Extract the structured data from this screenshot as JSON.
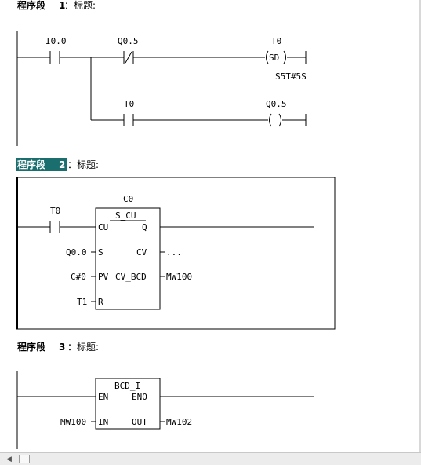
{
  "networks": [
    {
      "title_label": "程序段",
      "title_number": "1",
      "title_suffix": "：标题:",
      "contacts": {
        "no_contact": "I0.0",
        "nc_contact": "Q0.5",
        "branch_contact": "T0"
      },
      "coils": {
        "sd_timer": "T0",
        "sd_symbol": "SD",
        "sd_time": "S5T#5S",
        "output_coil": "Q0.5",
        "output_symbol": ""
      }
    },
    {
      "title_label": "程序段",
      "title_number": "2",
      "title_suffix": "：标题:",
      "block": {
        "instance": "C0",
        "name": "S_CU",
        "pins": {
          "cu": "CU",
          "q": "Q",
          "s": "S",
          "cv": "CV",
          "pv": "PV",
          "cv_bcd": "CV_BCD",
          "r": "R"
        },
        "inputs": {
          "cu": "T0",
          "s": "Q0.0",
          "pv": "C#0",
          "r": "T1"
        },
        "outputs": {
          "cv": "...",
          "cv_bcd": "MW100"
        }
      }
    },
    {
      "title_label": "程序段",
      "title_number": "3",
      "title_suffix": "：标题:",
      "block": {
        "name": "BCD_I",
        "pins": {
          "en": "EN",
          "eno": "ENO",
          "in": "IN",
          "out": "OUT"
        },
        "inputs": {
          "in": "MW100"
        },
        "outputs": {
          "out": "MW102"
        }
      }
    }
  ],
  "colors": {
    "network2_highlight": "#1a6e6e"
  },
  "scrollbar": {
    "left_arrow": "◀"
  }
}
